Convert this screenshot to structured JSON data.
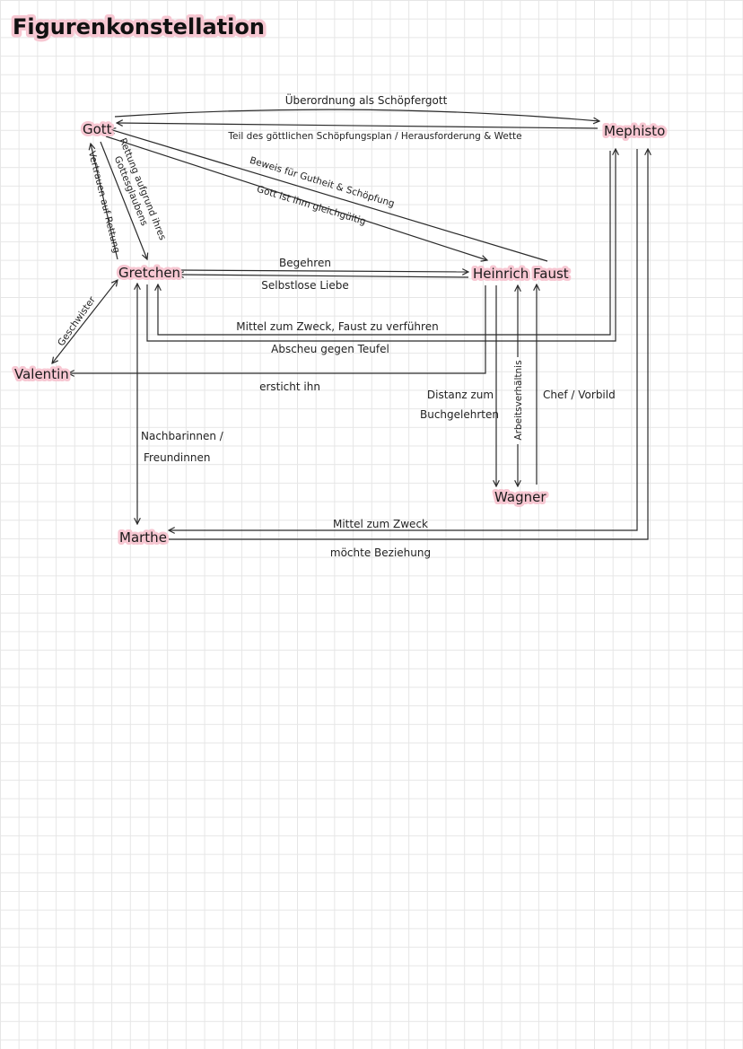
{
  "title": "Figurenkonstellation",
  "nodes": {
    "gott": "Gott",
    "mephisto": "Mephisto",
    "gretchen": "Gretchen",
    "faust": "Heinrich Faust",
    "valentin": "Valentin",
    "wagner": "Wagner",
    "marthe": "Marthe"
  },
  "relations": {
    "gott_mephisto_top": "Überordnung als Schöpfergott",
    "mephisto_gott": "Teil des göttlichen Schöpfungsplan / Herausforderung & Wette",
    "faust_gott": "Beweis für Gutheit & Schöpfung",
    "gott_faust": "Gott ist ihm gleichgültig",
    "gretchen_gott_1": "Rettung aufgrund ihres",
    "gretchen_gott_2": "Gottesglaubens",
    "gott_gretchen": "Vertrauen auf Rettung",
    "gretchen_faust": "Begehren",
    "faust_gretchen": "Selbstlose Liebe",
    "mephisto_gretchen": "Mittel zum Zweck, Faust zu verführen",
    "gretchen_mephisto": "Abscheu gegen Teufel",
    "faust_valentin": "ersticht ihn",
    "geschwister": "Geschwister",
    "faust_wagner_1": "Distanz zum",
    "faust_wagner_2": "Buchgelehrten",
    "arbeitsverhaeltnis": "Arbeitsverhältnis",
    "wagner_faust": "Chef / Vorbild",
    "gretchen_marthe_1": "Nachbarinnen /",
    "gretchen_marthe_2": "Freundinnen",
    "mephisto_marthe": "Mittel zum Zweck",
    "marthe_mephisto": "möchte Beziehung"
  },
  "colors": {
    "highlight": "#f7c7d2",
    "ink": "#1a1a1a",
    "grid": "#e6e6e6"
  }
}
